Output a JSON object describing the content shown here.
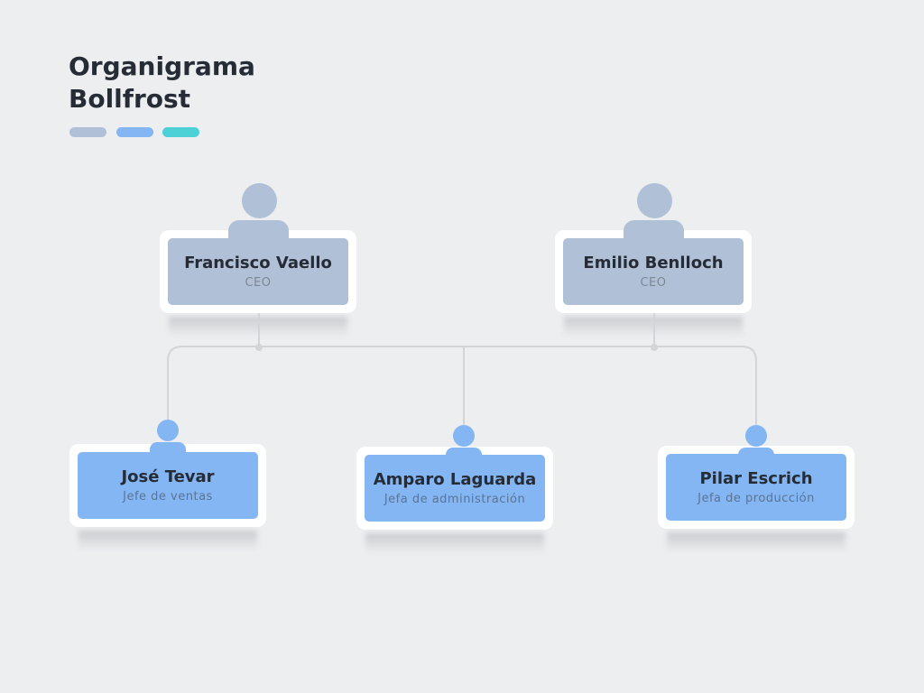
{
  "title_line1": "Organigrama",
  "title_line2": "Bollfrost",
  "colors": {
    "gray": "#b0c0d6",
    "blue": "#84b6f4",
    "teal": "#4dd0d6",
    "line": "#d2d4d7"
  },
  "nodes": [
    {
      "name": "Francisco Vaello",
      "role": "CEO"
    },
    {
      "name": "Emilio Benlloch",
      "role": "CEO"
    },
    {
      "name": "José Tevar",
      "role": "Jefe de ventas"
    },
    {
      "name": "Amparo Laguarda",
      "role": "Jefa de administración"
    },
    {
      "name": "Pilar Escrich",
      "role": "Jefa de producción"
    }
  ]
}
